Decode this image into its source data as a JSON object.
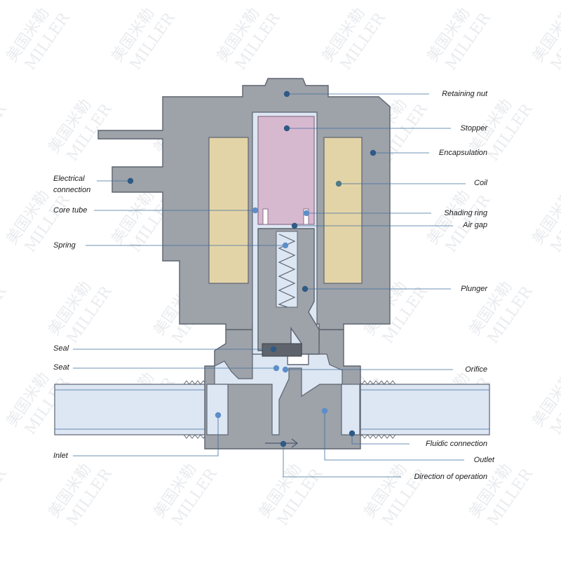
{
  "watermark": {
    "text_cn": "美国米勒",
    "text_en": "MILLER"
  },
  "colors": {
    "body": "#9ea2a9",
    "outline": "#5d6470",
    "fluid": "#dde6f3",
    "coil": "#e3d4a8",
    "stopper": "#d7b9cf",
    "seal": "#5f636b",
    "leader": "#3f6f9e",
    "dot_dark": "#2e5a86",
    "dot_light": "#5b8fc9",
    "dot_coil": "#4f7a86"
  },
  "labels": {
    "retaining_nut": "Retaining nut",
    "stopper": "Stopper",
    "encapsulation": "Encapsulation",
    "electrical_connection_1": "Electrical",
    "electrical_connection_2": "connection",
    "coil": "Coil",
    "core_tube": "Core tube",
    "shading_ring": "Shading ring",
    "air_gap": "Air gap",
    "spring": "Spring",
    "plunger": "Plunger",
    "seal": "Seal",
    "seat": "Seat",
    "orifice": "Orifice",
    "fluidic_connection": "Fluidic connection",
    "inlet": "Inlet",
    "outlet": "Outlet",
    "direction_of_operation": "Direction of operation"
  },
  "icons": {
    "flow_arrow": "arrow-right-icon"
  }
}
